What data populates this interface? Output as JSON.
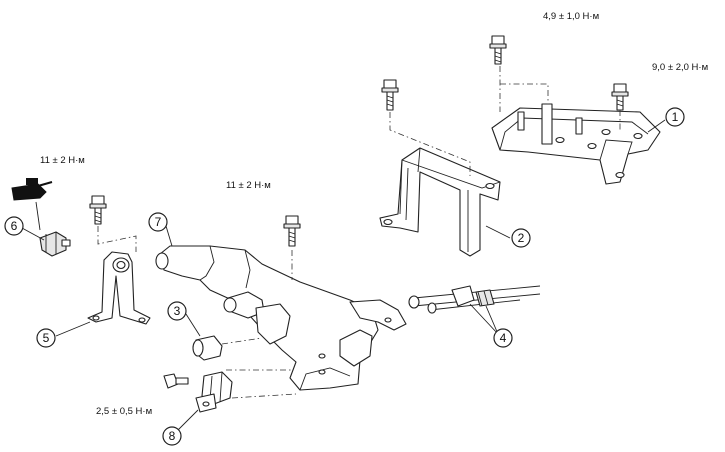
{
  "torque_labels": {
    "t_top": "4,9 ± 1,0 Н·м",
    "t_right": "9,0 ± 2,0 Н·м",
    "t_left": "11 ± 2 Н·м",
    "t_mid": "11 ± 2 Н·м",
    "t_bottom": "2,5 ± 0,5 Н·м"
  },
  "callouts": [
    "1",
    "2",
    "3",
    "4",
    "5",
    "6",
    "7",
    "8"
  ]
}
